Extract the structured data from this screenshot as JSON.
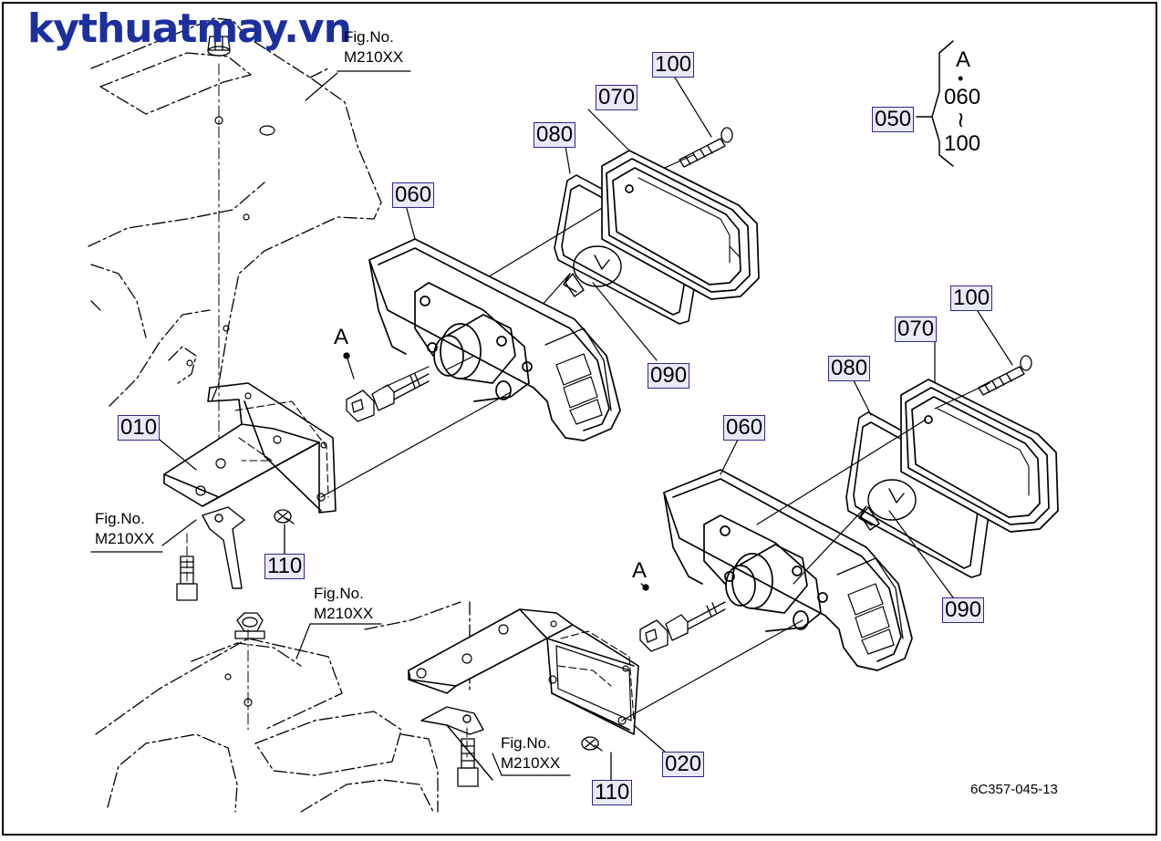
{
  "watermark": "kythuatmay.vn",
  "figure_code": "6C357-045-13",
  "fig_refs": [
    {
      "line1": "Fig.No.",
      "line2": "M210XX"
    },
    {
      "line1": "Fig.No.",
      "line2": "M210XX"
    },
    {
      "line1": "Fig.No.",
      "line2": "M210XX"
    },
    {
      "line1": "Fig.No.",
      "line2": "M210XX"
    }
  ],
  "callouts": {
    "c010": "010",
    "c020": "020",
    "c050": "050",
    "c060_upper": "060",
    "c060_lower": "060",
    "c070_upper": "070",
    "c070_lower": "070",
    "c080_upper": "080",
    "c080_lower": "080",
    "c090_upper": "090",
    "c090_lower": "090",
    "c100_upper": "100",
    "c100_lower": "100",
    "c110_upper": "110",
    "c110_lower": "110"
  },
  "assembly_group": {
    "letter": "A",
    "dot": "•",
    "from": "060",
    "tilde": "≀",
    "to": "100"
  },
  "connector_label_upper": "A",
  "connector_label_lower": "A"
}
